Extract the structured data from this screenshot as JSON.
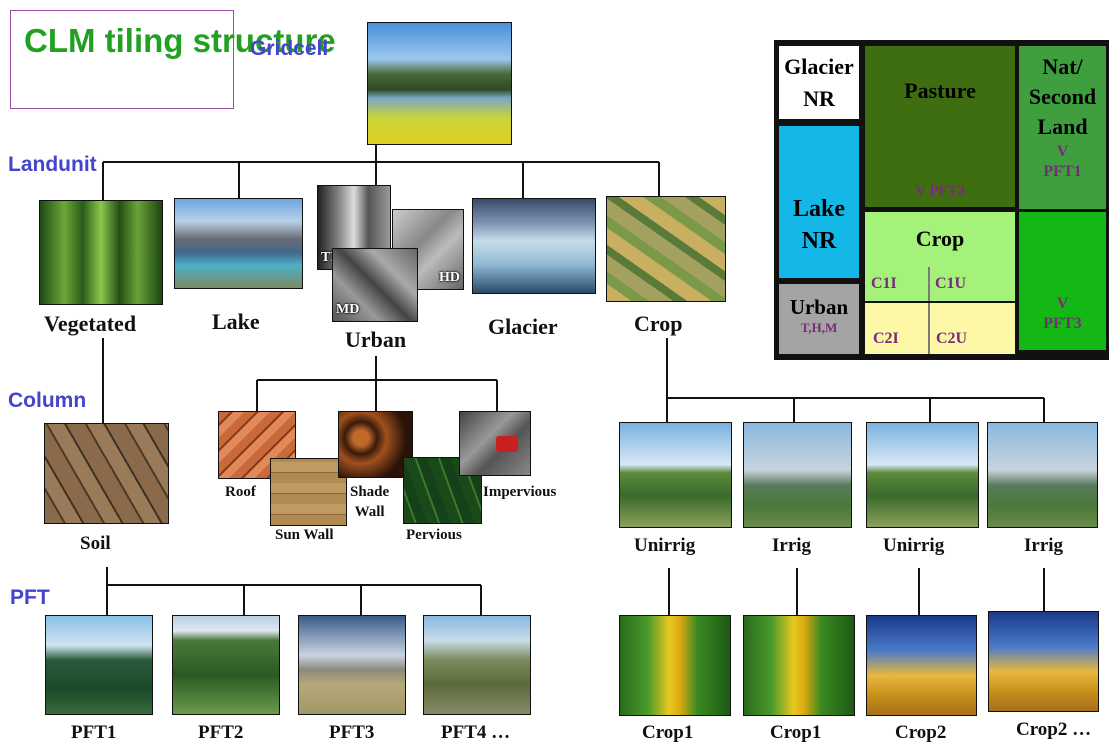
{
  "title": "CLM tiling structure",
  "levels": {
    "gridcell": "Gridcell",
    "landunit": "Landunit",
    "column": "Column",
    "pft": "PFT"
  },
  "landunits": {
    "vegetated": "Vegetated",
    "lake": "Lake",
    "urban": "Urban",
    "glacier": "Glacier",
    "crop": "Crop",
    "urban_tags": {
      "tbd": "TBD",
      "hd": "HD",
      "md": "MD"
    }
  },
  "columns": {
    "soil": "Soil",
    "roof": "Roof",
    "sun_wall": "Sun Wall",
    "shade_wall_1": "Shade",
    "shade_wall_2": "Wall",
    "pervious": "Pervious",
    "impervious": "Impervious",
    "irrigation": [
      "Unirrig",
      "Irrig",
      "Unirrig",
      "Irrig"
    ]
  },
  "pfts": [
    "PFT1",
    "PFT2",
    "PFT3",
    "PFT4 …"
  ],
  "crops": [
    "Crop1",
    "Crop1",
    "Crop2",
    "Crop2 …"
  ],
  "legend_grid": {
    "glacier": [
      "Glacier",
      "NR"
    ],
    "lake": [
      "Lake",
      "NR"
    ],
    "urban": "Urban",
    "urban_sub": "T,H,M",
    "pasture": "Pasture",
    "pasture_sub": "V PFT3",
    "natural": [
      "Nat/",
      "Second",
      "Land"
    ],
    "natural_sub": [
      "V",
      "PFT1"
    ],
    "crop": "Crop",
    "c1i": "C1I",
    "c1u": "C1U",
    "c2i": "C2I",
    "c2u": "C2U",
    "v_pft3": [
      "V",
      "PFT3"
    ]
  },
  "colors": {
    "title": "#22a022",
    "level": "#4444cc",
    "lake": "#14b8e8",
    "pasture": "#3e6e10",
    "nat_top": "#3f9f3f",
    "nat_bottom": "#14b814",
    "crop_light": "#a4f27a",
    "crop_yellow": "#fdf8a6",
    "urban_grey": "#a4a4a4",
    "sub_label": "#7a2a7a"
  }
}
